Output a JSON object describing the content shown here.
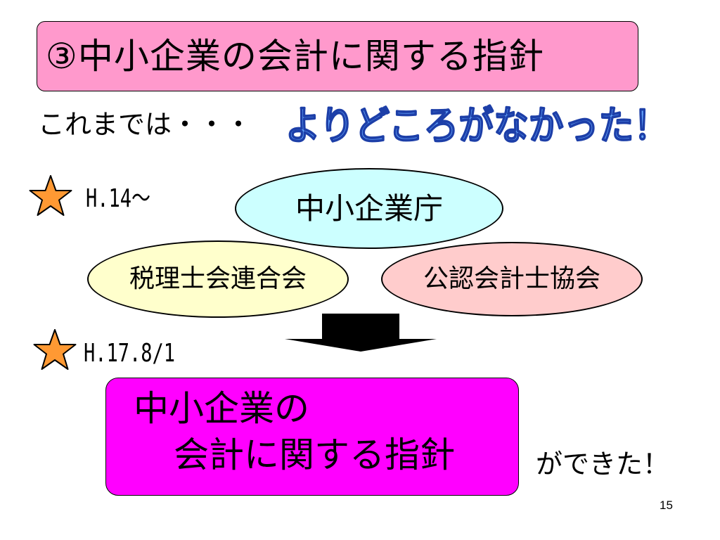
{
  "slide": {
    "title": "③中小企業の会計に関する指針",
    "intro": "これまでは・・・",
    "banner": "よりどころがなかった！",
    "timeline": [
      {
        "date": "H.14～"
      },
      {
        "date": "H.17.8/1"
      }
    ],
    "organizations": {
      "agency": "中小企業庁",
      "tax_federation": "税理士会連合会",
      "cpa_association": "公認会計士協会"
    },
    "result": {
      "line1": "中小企業の",
      "line2": "会計に関する指針"
    },
    "result_suffix": "ができた！",
    "page_number": "15"
  },
  "colors": {
    "title_box": "#ff99cc",
    "banner_fill": "#66a6ff",
    "agency_oval": "#ccffff",
    "tax_oval": "#ffffcc",
    "cpa_oval": "#ffcccc",
    "result_box": "#ff00ff",
    "star_fill": "#ff9933",
    "arrow": "#000000"
  },
  "icons": {
    "timeline_marker": "star-icon",
    "flow": "arrow-down-icon"
  }
}
